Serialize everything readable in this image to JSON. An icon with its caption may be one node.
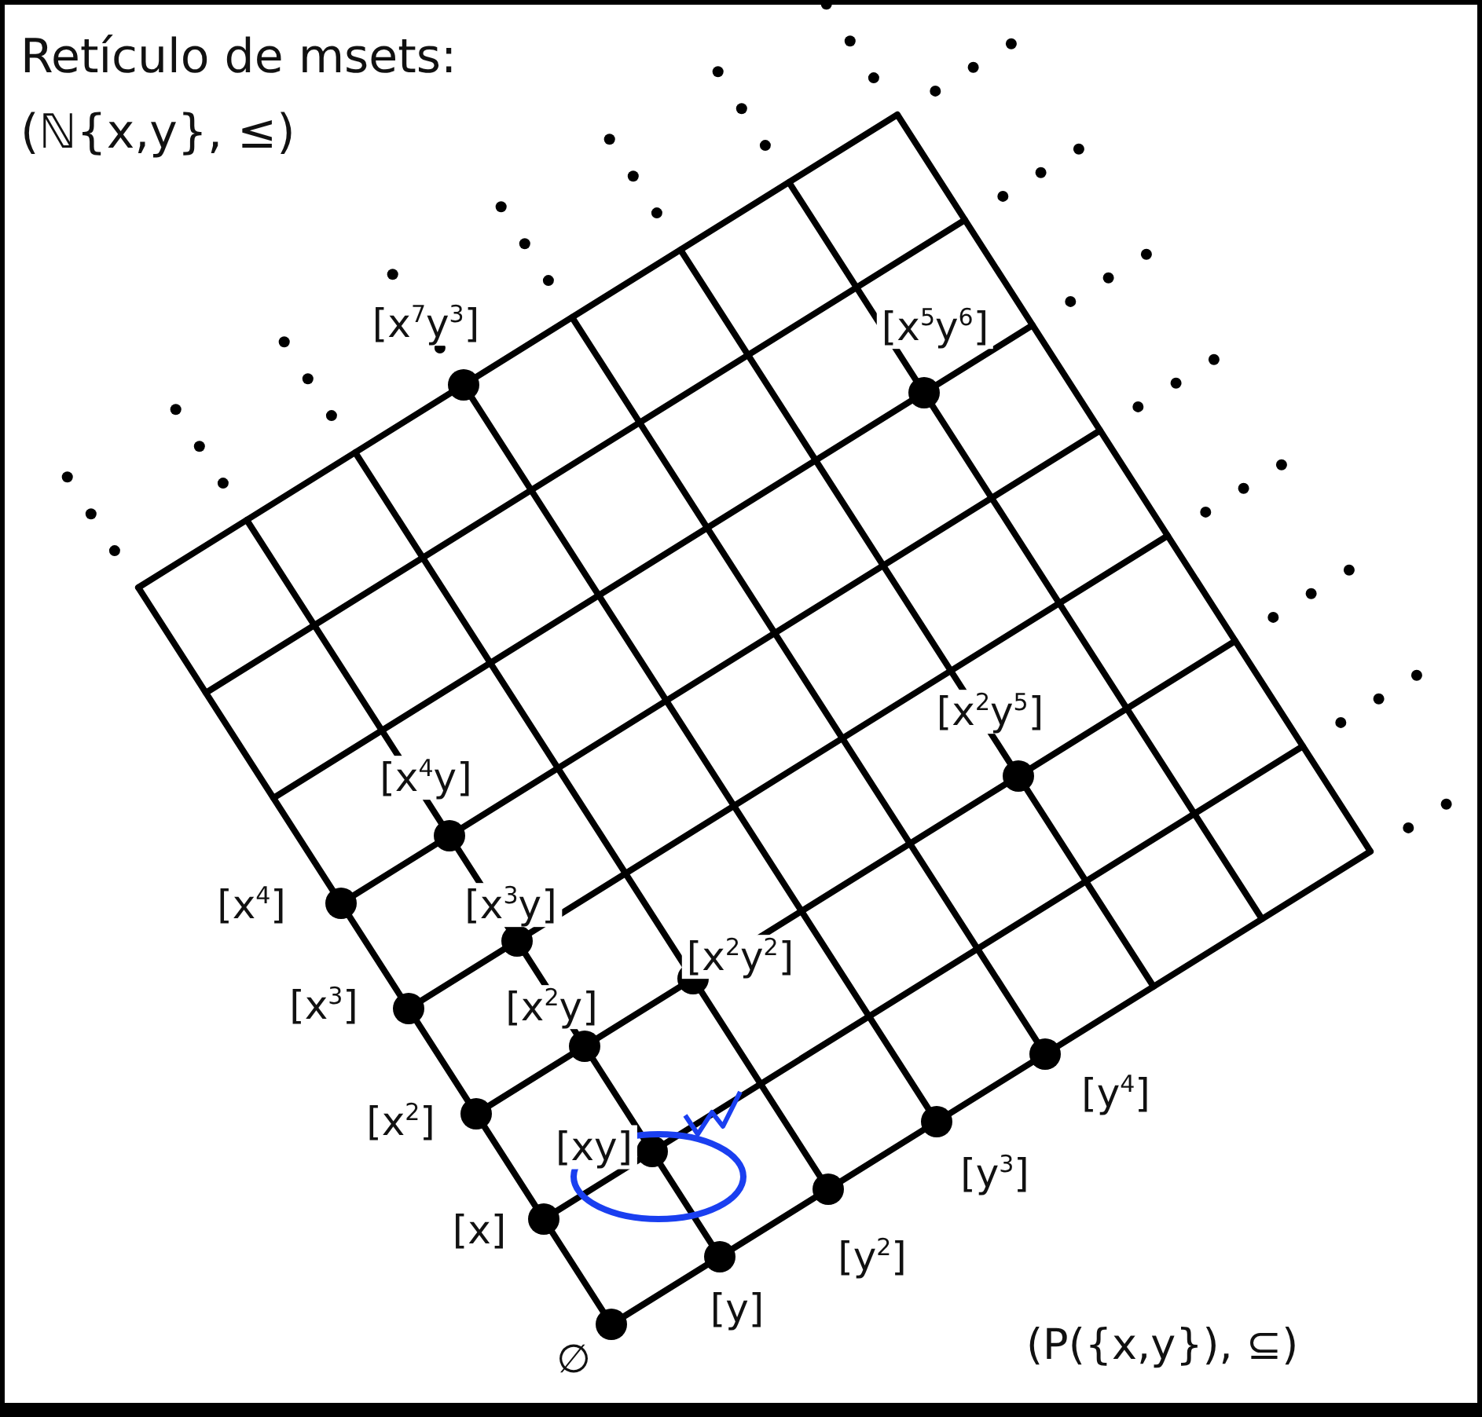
{
  "diagram": {
    "title": "Retículo de msets: (ℕ{x,y}, ≤)",
    "caption": "(P({x,y}), ⊆)",
    "labels": [
      "[x$^{7}$y$^{3}$]",
      "[x$^{5}$y$^{6}$]",
      "[x$^{2}$y$^{5}$]",
      "[x$^{4}$y]",
      "[x$^{4}$]",
      "[x$^{3}$y]",
      "[x$^{3}$]",
      "[x$^{2}$y$^{2}$]",
      "[x$^{2}$y]",
      "[x$^{2}$]",
      "[y$^{4}$]",
      "[xy]",
      "[y$^{3}$]",
      "[x]",
      "[y$^{2}$]",
      "[y]",
      "∅"
    ]
  }
}
